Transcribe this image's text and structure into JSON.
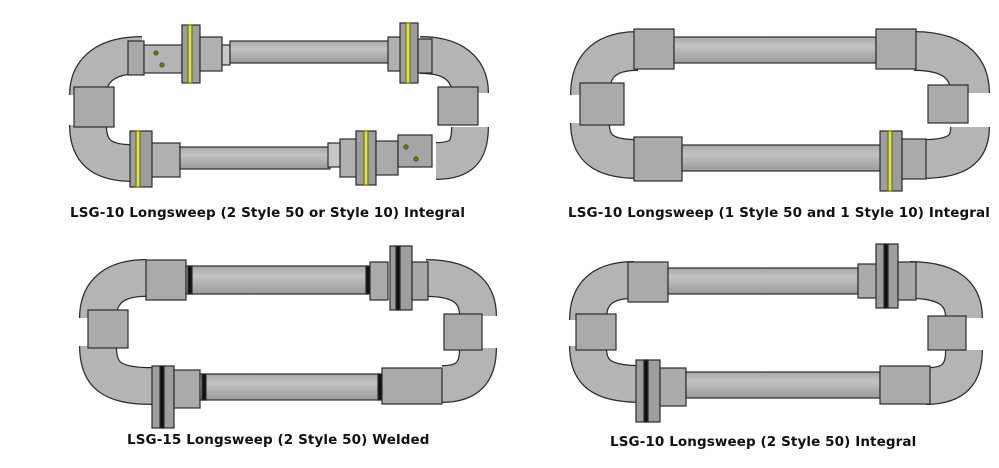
{
  "colors": {
    "pipe_fill": "#b4b4b4",
    "pipe_outline": "#2b2b2b",
    "union_fill": "#9e9e9e",
    "seal_band": "#d7e06a",
    "ring": "#111111"
  },
  "diagrams": [
    {
      "caption": "LSG-10 Longsweep (2 Style 50 or Style 10) Integral"
    },
    {
      "caption": "LSG-10 Longsweep (1 Style 50 and 1 Style 10) Integral"
    },
    {
      "caption": "LSG-15 Longsweep (2 Style 50) Welded"
    },
    {
      "caption": "LSG-10 Longsweep (2 Style 50) Integral"
    }
  ]
}
